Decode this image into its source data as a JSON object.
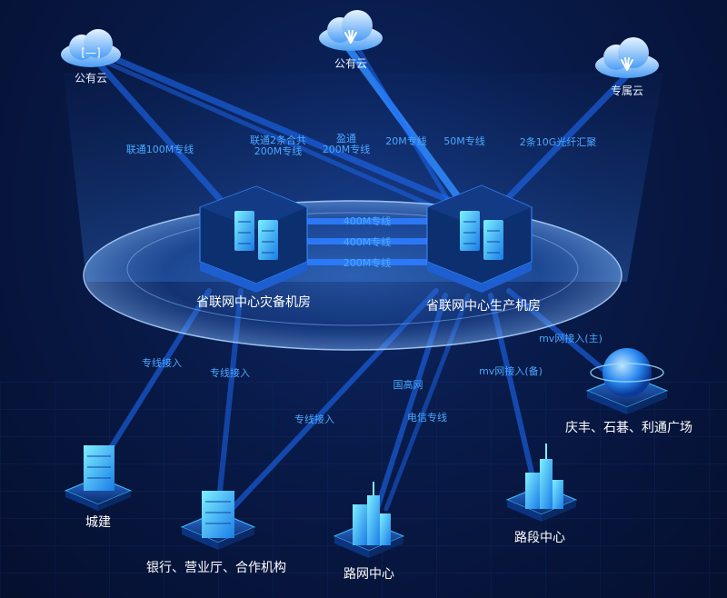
{
  "clouds": [
    {
      "label": "公有云",
      "icon": "alibaba-cloud-icon"
    },
    {
      "label": "公有云",
      "icon": "huawei-cloud-icon"
    },
    {
      "label": "专属云",
      "icon": "huawei-cloud-icon"
    }
  ],
  "rooms": {
    "backup": "省联网中心灾备机房",
    "production": "省联网中心生产机房"
  },
  "inter_room_links": [
    "400M专线",
    "400M专线",
    "200M专线"
  ],
  "cloud_links": {
    "unicom_100m": "联通100M专线",
    "unicom_2_line1": "联通2条合共",
    "unicom_2_line2": "200M专线",
    "yingtong_line1": "盈通",
    "yingtong_line2": "200M专线",
    "link_20m": "20M专线",
    "link_50m": "50M专线",
    "fiber_10g": "2条10G光纤汇聚"
  },
  "access_links": {
    "dedicated_1": "专线接入",
    "dedicated_2": "专线接入",
    "dedicated_3": "专线接入",
    "national_highway_net": "国高网",
    "telecom": "电信专线",
    "mv_backup": "mv网接入(备)",
    "mv_primary": "mv网接入(主)"
  },
  "nodes": {
    "chengjian": "城建",
    "bank": "银行、营业厅、合作机构",
    "road_network": "路网中心",
    "road_section": "路段中心",
    "plaza": "庆丰、石碁、利通广场"
  },
  "colors": {
    "link_text": "#4aa8ff",
    "beam": "#1e6fff",
    "accent": "#3fc3ff"
  }
}
